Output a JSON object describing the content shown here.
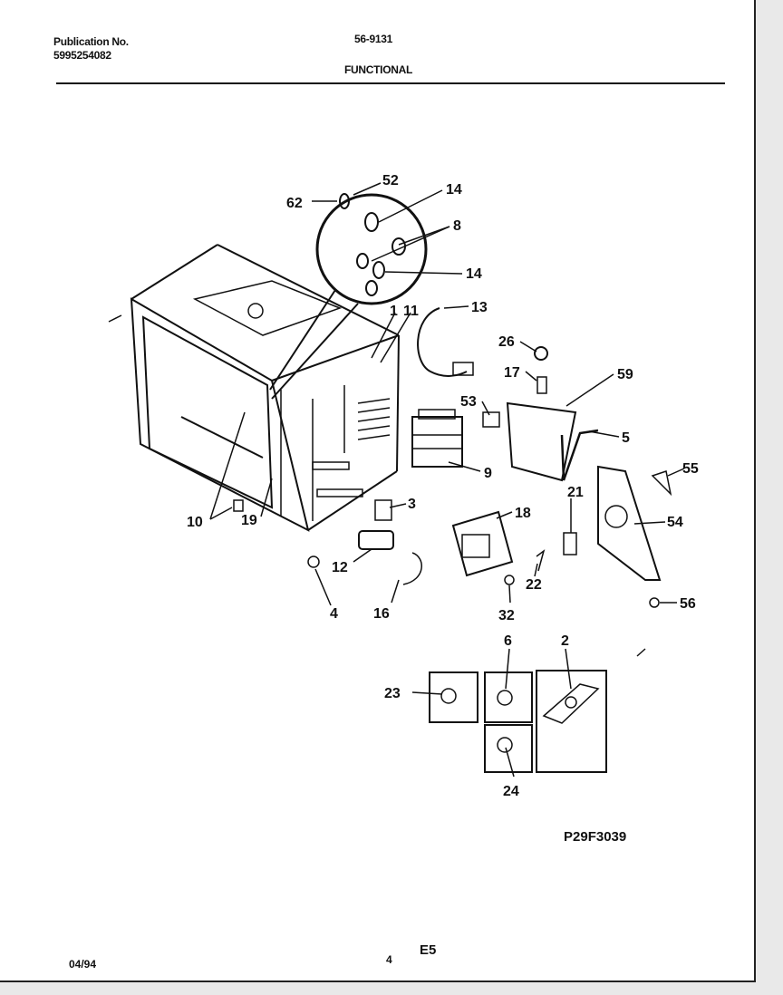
{
  "header": {
    "publication_label": "Publication No.",
    "publication_number": "5995254082",
    "model": "56-9131",
    "section": "FUNCTIONAL"
  },
  "diagram": {
    "callouts": [
      "62",
      "52",
      "14",
      "8",
      "14",
      "1",
      "11",
      "13",
      "26",
      "17",
      "59",
      "53",
      "5",
      "9",
      "55",
      "10",
      "19",
      "3",
      "21",
      "54",
      "12",
      "18",
      "4",
      "16",
      "22",
      "32",
      "56",
      "6",
      "2",
      "23",
      "24"
    ],
    "figure_code": "P29F3039"
  },
  "footer": {
    "date": "04/94",
    "page": "4",
    "section_code": "E5"
  }
}
